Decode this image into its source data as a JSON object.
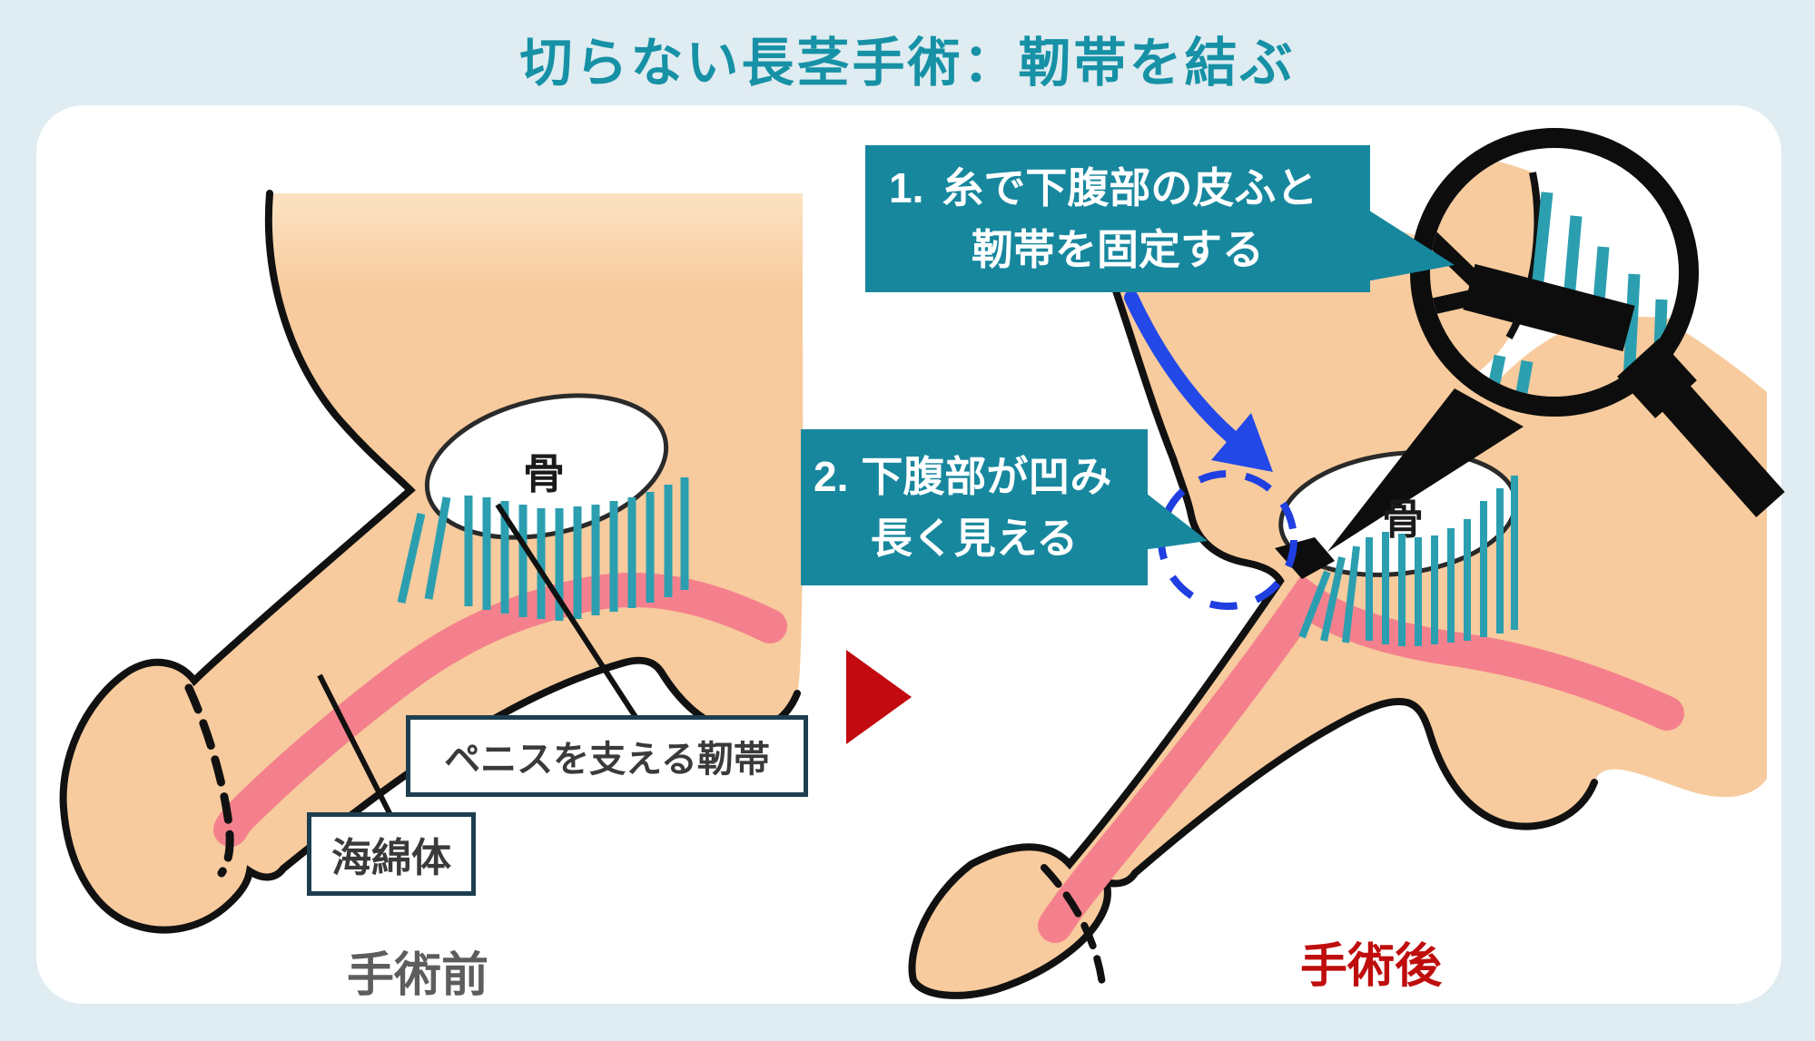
{
  "title": "切らない長茎手術：靭帯を結ぶ",
  "before": {
    "caption": "手術前",
    "bone_label": "骨",
    "ligament_label": "ペニスを支える靭帯",
    "corpus_label": "海綿体"
  },
  "after": {
    "caption": "手術後",
    "bone_label": "骨",
    "step1": {
      "num": "1.",
      "line1": "糸で下腹部の皮ふと",
      "line2": "靭帯を固定する"
    },
    "step2": {
      "num": "2.",
      "line1": "下腹部が凹み",
      "line2": "長く見える"
    }
  },
  "icons": {
    "magnifier": "magnifier-icon",
    "next_arrow": "next-arrow-icon",
    "pull_arrow": "pull-direction-arrow-icon",
    "dent_circle": "dent-highlight-circle"
  },
  "colors": {
    "background": "#dfecf1",
    "card": "#ffffff",
    "title_teal": "#1691a6",
    "callout_teal": "#17879e",
    "skin": "#f7cb9d",
    "corpus_pink": "#f5808d",
    "ligament_teal": "#2b9fb0",
    "arrow_blue": "#2348e8",
    "next_arrow_red": "#c20a10",
    "caption_gray": "#5d5d5d",
    "after_caption_red": "#bf0d0d",
    "outline_black": "#111111"
  }
}
